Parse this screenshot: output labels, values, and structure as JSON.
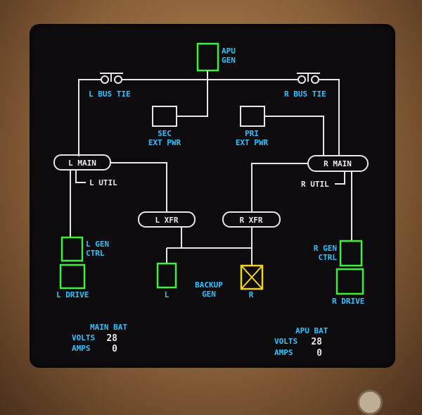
{
  "apu_gen": {
    "label_1": "APU",
    "label_2": "GEN",
    "status": "on",
    "color": "#3cf03c"
  },
  "bus_ties": {
    "left": "L BUS TIE",
    "right": "R BUS TIE"
  },
  "ext_power": {
    "sec_1": "SEC",
    "sec_2": "EXT PWR",
    "pri_1": "PRI",
    "pri_2": "EXT PWR"
  },
  "buses": {
    "l_main": "L MAIN",
    "r_main": "R MAIN",
    "l_util": "L UTIL",
    "r_util": "R UTIL",
    "l_xfr": "L XFR",
    "r_xfr": "R XFR"
  },
  "left_gen": {
    "ctrl_1": "L GEN",
    "ctrl_2": "CTRL",
    "drive": "L DRIVE"
  },
  "right_gen": {
    "ctrl_1": "R GEN",
    "ctrl_2": "CTRL",
    "drive": "R DRIVE"
  },
  "backup_gen": {
    "label_1": "BACKUP",
    "label_2": "GEN",
    "left": "L",
    "right": "R",
    "left_status": "on",
    "right_status": "fault",
    "fault_color": "#f2d21e"
  },
  "main_bat": {
    "title": "MAIN BAT",
    "volts_label": "VOLTS",
    "volts": "28",
    "amps_label": "AMPS",
    "amps": "0"
  },
  "apu_bat": {
    "title": "APU BAT",
    "volts_label": "VOLTS",
    "volts": "28",
    "amps_label": "AMPS",
    "amps": "0"
  }
}
